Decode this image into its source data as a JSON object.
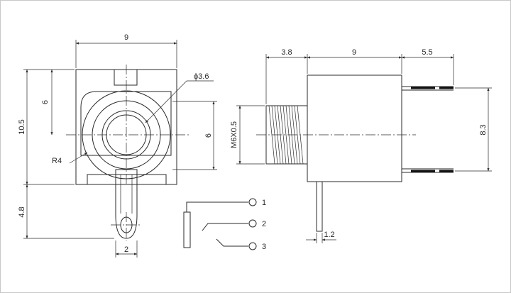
{
  "dimensions": {
    "front_width": "9",
    "front_height_total": "10.5",
    "front_top_to_center": "6",
    "bore_diameter": "ϕ3.6",
    "body_side_height": "6",
    "corner_radius": "R4",
    "lug_length": "4.8",
    "lug_width": "2",
    "thread_length": "3.8",
    "side_body_length": "9",
    "pin_length": "5.5",
    "thread_spec": "M6X0.5",
    "pin_spacing": "8.3",
    "pin_thickness": "1.2"
  },
  "schematic": {
    "pin_labels": [
      "1",
      "2",
      "3"
    ]
  }
}
